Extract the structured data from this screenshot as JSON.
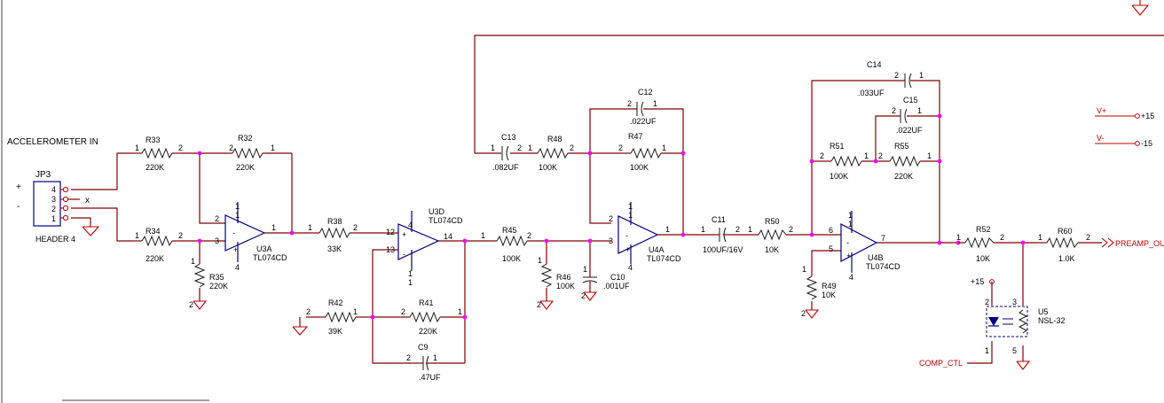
{
  "title_block": "ACCELEROMETER  IN",
  "connector": {
    "ref": "JP3",
    "value": "HEADER 4",
    "pins": [
      "4",
      "3",
      "2",
      "1"
    ],
    "plus": "+",
    "minus": "-",
    "nc_mark": "x"
  },
  "resistors": [
    {
      "ref": "R33",
      "value": "220K"
    },
    {
      "ref": "R32",
      "value": "220K"
    },
    {
      "ref": "R34",
      "value": "220K"
    },
    {
      "ref": "R35",
      "value": "220K"
    },
    {
      "ref": "R38",
      "value": "33K"
    },
    {
      "ref": "R42",
      "value": "39K"
    },
    {
      "ref": "R41",
      "value": "220K"
    },
    {
      "ref": "R45",
      "value": "100K"
    },
    {
      "ref": "R46",
      "value": "100K"
    },
    {
      "ref": "R48",
      "value": "100K"
    },
    {
      "ref": "R47",
      "value": "100K"
    },
    {
      "ref": "R50",
      "value": "10K"
    },
    {
      "ref": "R51",
      "value": "100K"
    },
    {
      "ref": "R55",
      "value": "220K"
    },
    {
      "ref": "R49",
      "value": "10K"
    },
    {
      "ref": "R52",
      "value": "10K"
    },
    {
      "ref": "R60",
      "value": "1.0K"
    }
  ],
  "capacitors": [
    {
      "ref": "C9",
      "value": ".47UF"
    },
    {
      "ref": "C10",
      "value": ".001UF"
    },
    {
      "ref": "C13",
      "value": ".082UF"
    },
    {
      "ref": "C12",
      "value": ".022UF"
    },
    {
      "ref": "C11",
      "value": "100UF/16V"
    },
    {
      "ref": "C14",
      "value": ".033UF"
    },
    {
      "ref": "C15",
      "value": ".022UF"
    }
  ],
  "opamps": [
    {
      "ref": "U3A",
      "part": "TL074CD"
    },
    {
      "ref": "U3D",
      "part": "TL074CD"
    },
    {
      "ref": "U4A",
      "part": "TL074CD"
    },
    {
      "ref": "U4B",
      "part": "TL074CD"
    }
  ],
  "optocoupler": {
    "ref": "U5",
    "part": "NSL-32",
    "pins": [
      "2",
      "3",
      "1",
      "5"
    ]
  },
  "net_labels": {
    "vplus": "V+",
    "vplus_val": "+15",
    "vminus": "V-",
    "vminus_val": "-15",
    "comp_ctl": "COMP_CTL",
    "u5_supply": "+15",
    "preamp_out": "PREAMP_OUT"
  },
  "colors": {
    "wire": "#800000",
    "junction": "#ff00ff",
    "component": "#1a1a1a",
    "opamp": "#000080",
    "netlabel": "#c00000"
  }
}
